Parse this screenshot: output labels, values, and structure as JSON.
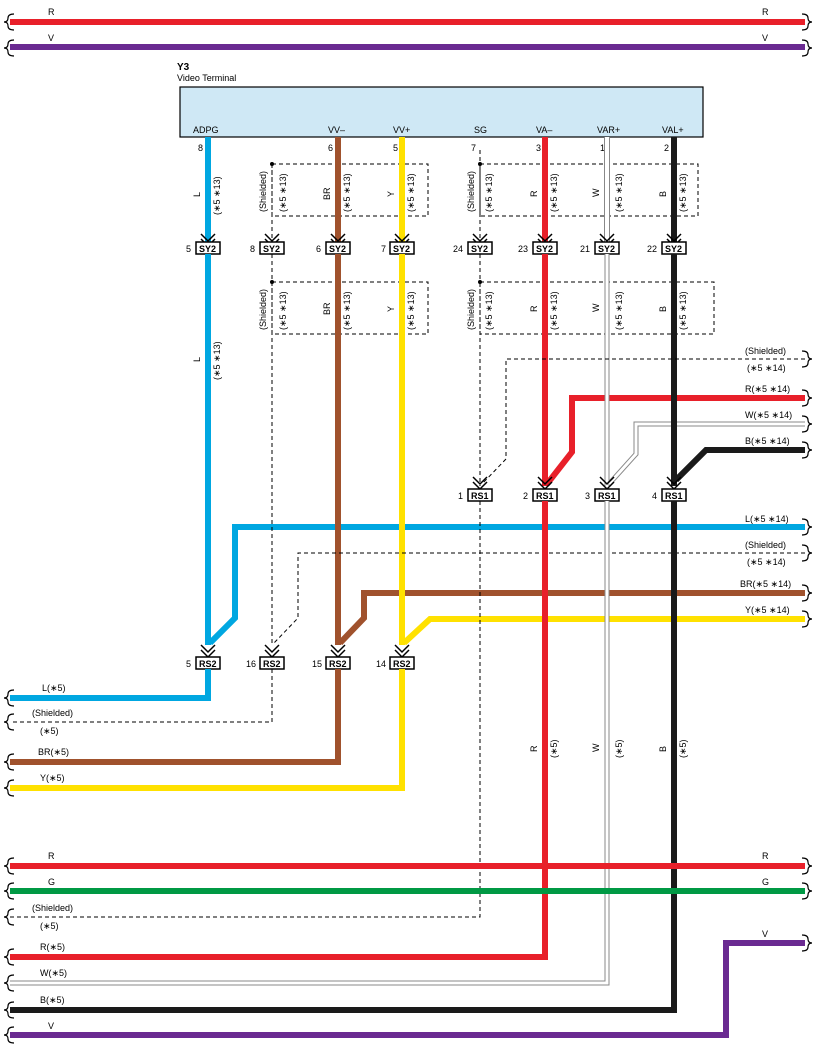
{
  "component": {
    "id": "Y3",
    "name": "Video Terminal",
    "terminals": [
      "ADPG",
      "VV–",
      "VV+",
      "SG",
      "VA–",
      "VAR+",
      "VAL+"
    ],
    "pins": [
      "8",
      "6",
      "5",
      "7",
      "3",
      "1",
      "2"
    ]
  },
  "connectors": {
    "sy2": {
      "name": "SY2",
      "pins": [
        "5",
        "8",
        "6",
        "7",
        "24",
        "23",
        "21",
        "22"
      ]
    },
    "rs1": {
      "name": "RS1",
      "pins": [
        "1",
        "2",
        "3",
        "4"
      ]
    },
    "rs2": {
      "name": "RS2",
      "pins": [
        "5",
        "16",
        "15",
        "14"
      ]
    }
  },
  "wire_tags": {
    "L": "L",
    "BR": "BR",
    "Y": "Y",
    "R": "R",
    "W": "W",
    "B": "B",
    "shielded": "(Shielded)",
    "note513": "(∗5 ∗13)",
    "note514": "(∗5 ∗14)",
    "note5": "(∗5)"
  },
  "right_labels": {
    "shielded_top": "(Shielded)",
    "shielded_top_note": "(∗5 ∗14)",
    "r": "R(∗5 ∗14)",
    "w": "W(∗5 ∗14)",
    "b": "B(∗5 ∗14)",
    "l": "L(∗5 ∗14)",
    "shielded_mid": "(Shielded)",
    "shielded_mid_note": "(∗5 ∗14)",
    "br": "BR(∗5 ∗14)",
    "y": "Y(∗5 ∗14)"
  },
  "left_labels": {
    "l": "L(∗5)",
    "shielded": "(Shielded)",
    "shielded_note": "(∗5)",
    "br": "BR(∗5)",
    "y": "Y(∗5)"
  },
  "bus_labels": {
    "top_r": "R",
    "top_v": "V",
    "bot_r": "R",
    "bot_g": "G",
    "bot_shielded": "(Shielded)",
    "bot_shielded_note": "(∗5)",
    "bot_r5": "R(∗5)",
    "bot_w5": "W(∗5)",
    "bot_b5": "B(∗5)",
    "bot_v": "V"
  },
  "colors": {
    "red": "#e8202a",
    "violet": "#6a2a91",
    "blue": "#00a7e1",
    "brown": "#a0522d",
    "yellow": "#ffe100",
    "black": "#1a1a1a",
    "green": "#009944",
    "white_wire": "#ffffff",
    "terminal_box": "#cfe8f5"
  }
}
